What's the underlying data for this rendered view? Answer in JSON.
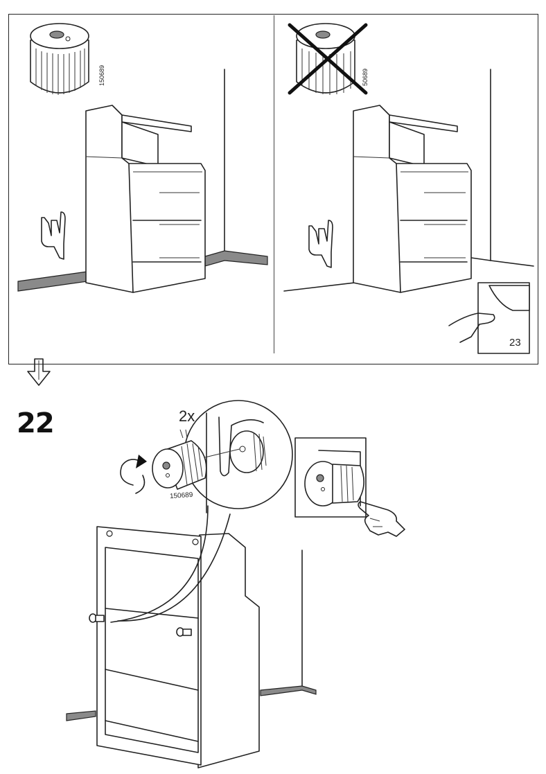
{
  "top_panel": {
    "left": {
      "part_number": "150689"
    },
    "right": {
      "part_number": "50689",
      "page_reference": "23"
    }
  },
  "step": {
    "number": "22",
    "quantity": "2x",
    "part_number": "150689"
  }
}
